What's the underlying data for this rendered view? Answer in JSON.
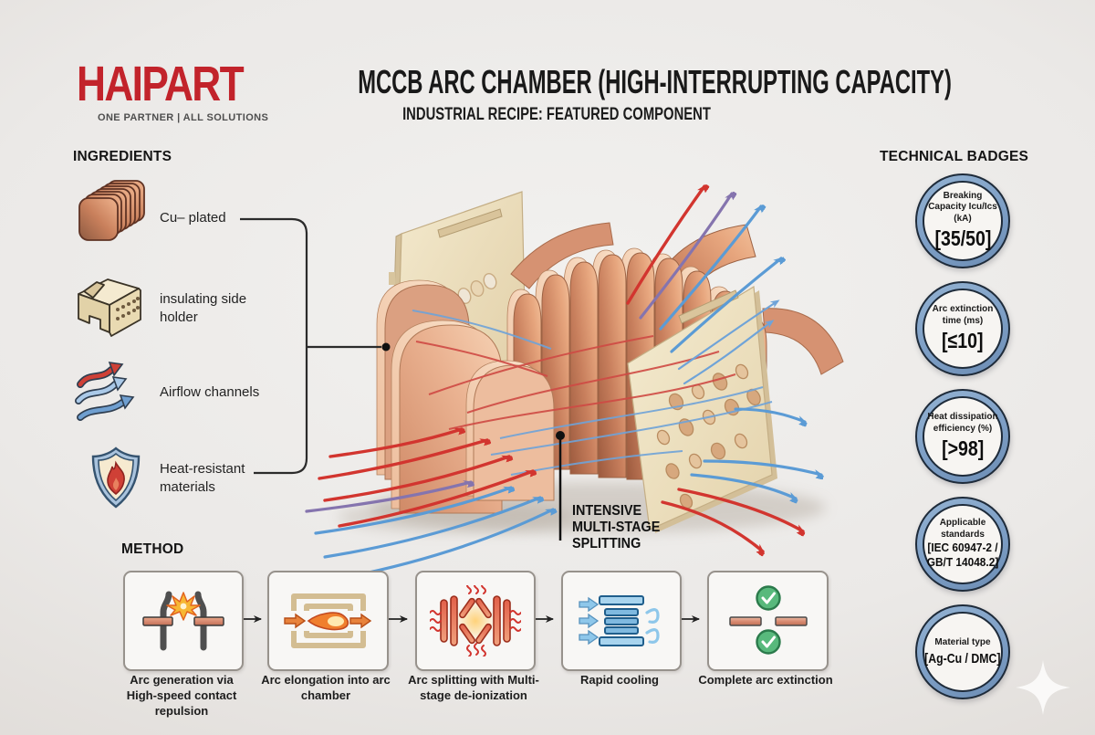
{
  "logo": {
    "brand": "HAIPART",
    "tagline": "ONE PARTNER | ALL SOLUTIONS"
  },
  "header": {
    "title": "MCCB ARC CHAMBER (HIGH-INTERRUPTING CAPACITY)",
    "subtitle": "INDUSTRIAL RECIPE: FEATURED COMPONENT"
  },
  "ingredients": {
    "heading": "INGREDIENTS",
    "items": [
      {
        "icon": "copper-plates-icon",
        "label": "Cu– plated"
      },
      {
        "icon": "insulating-holder-icon",
        "label": "insulating side holder"
      },
      {
        "icon": "airflow-icon",
        "label": "Airflow channels"
      },
      {
        "icon": "heat-shield-icon",
        "label": "Heat-resistant materials"
      }
    ]
  },
  "diagram": {
    "callout_lines": [
      "INTENSIVE",
      "MULTI-STAGE",
      "SPLITTING"
    ]
  },
  "method": {
    "heading": "METHOD",
    "steps": [
      {
        "icon": "contact-repulsion-icon",
        "caption": "Arc generation via High-speed contact repulsion"
      },
      {
        "icon": "arc-elongation-icon",
        "caption": "Arc elongation into arc chamber"
      },
      {
        "icon": "arc-splitting-icon",
        "caption": "Arc splitting with Multi-stage de-ionization"
      },
      {
        "icon": "rapid-cooling-icon",
        "caption": "Rapid cooling"
      },
      {
        "icon": "arc-extinction-icon",
        "caption": "Complete arc extinction"
      }
    ]
  },
  "badges": {
    "heading": "TECHNICAL BADGES",
    "items": [
      {
        "label": "Breaking Capacity Icu/Ics (kA)",
        "value": "[35/50]"
      },
      {
        "label": "Arc extinction time (ms)",
        "value": "[≤10]"
      },
      {
        "label": "Heat dissipation efficiency (%)",
        "value": "[>98]"
      },
      {
        "label": "Applicable standards",
        "value": "[IEC 60947-2 / GB/T 14048.2]"
      },
      {
        "label": "Material type",
        "value": "[Ag-Cu / DMC]"
      }
    ]
  },
  "colors": {
    "brand_red": "#c2232b",
    "arrow_red": "#d2352f",
    "arrow_blue": "#5b9bd5",
    "arrow_purple": "#8574ae",
    "badge_ring_blue": "#7d9ec5",
    "copper": "#d08a65",
    "beige_plate": "#e9dcc0",
    "check_green": "#58b97c"
  }
}
